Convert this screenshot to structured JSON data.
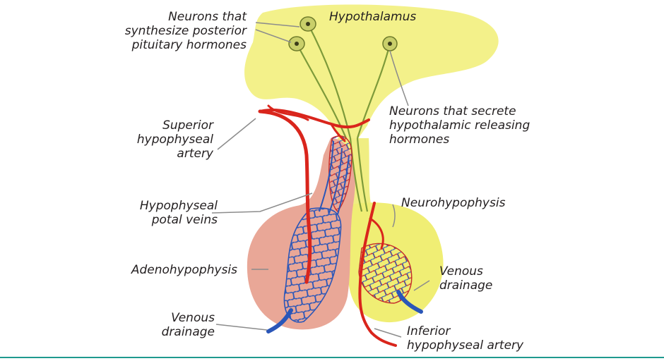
{
  "labels": {
    "posterior_neurons": "Neurons that\nsynthesize posterior\npituitary hormones",
    "hypothalamus": "Hypothalamus",
    "superior_artery": "Superior\nhypophyseal\nartery",
    "releasing_neurons": "Neurons that secrete\nhypothalamic releasing\nhormones",
    "portal_veins": "Hypophyseal\npotal veins",
    "neurohypophysis": "Neurohypophysis",
    "adenohypophysis": "Adenohypophysis",
    "venous_drainage_right": "Venous\ndrainage",
    "venous_drainage_left": "Venous\ndrainage",
    "inferior_artery": "Inferior\nhypophyseal artery"
  },
  "colors": {
    "hypothalamus": "#f1f07a",
    "adenohypophysis": "#e9a898",
    "artery": "#d9251c",
    "vein": "#2a56b8",
    "leader": "#8c8c8c",
    "rule": "#1f9a8e"
  }
}
